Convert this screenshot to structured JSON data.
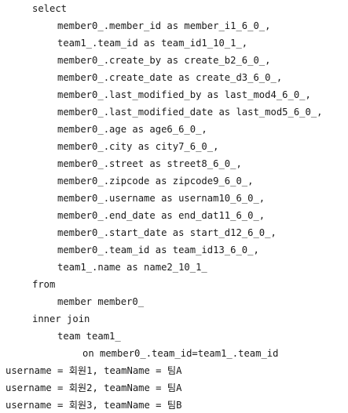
{
  "console": {
    "sql_lines": [
      "select",
      "member0_.member_id as member_i1_6_0_,",
      "team1_.team_id as team_id1_10_1_,",
      "member0_.create_by as create_b2_6_0_,",
      "member0_.create_date as create_d3_6_0_,",
      "member0_.last_modified_by as last_mod4_6_0_,",
      "member0_.last_modified_date as last_mod5_6_0_,",
      "member0_.age as age6_6_0_,",
      "member0_.city as city7_6_0_,",
      "member0_.street as street8_6_0_,",
      "member0_.zipcode as zipcode9_6_0_,",
      "member0_.username as usernam10_6_0_,",
      "member0_.end_date as end_dat11_6_0_,",
      "member0_.start_date as start_d12_6_0_,",
      "member0_.team_id as team_id13_6_0_,",
      "team1_.name as name2_10_1_",
      "from",
      "member member0_",
      "inner join",
      "team team1_",
      "on member0_.team_id=team1_.team_id"
    ],
    "output_lines": [
      "username = 회원1, teamName = 팀A",
      "username = 회원2, teamName = 팀A",
      "username = 회원3, teamName = 팀B"
    ]
  }
}
